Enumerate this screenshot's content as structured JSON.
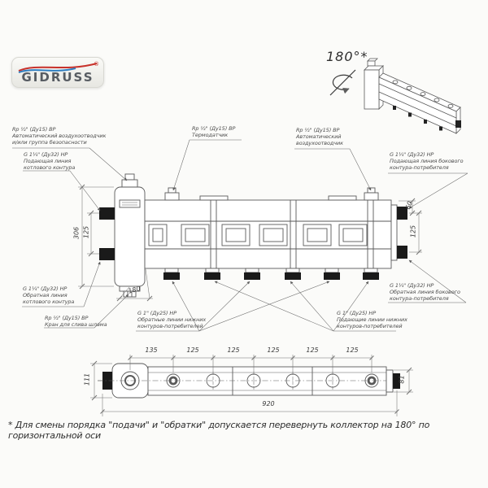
{
  "logo": {
    "brand": "GIDRUSS",
    "registered": "®"
  },
  "iso_view": {
    "rotation_label": "180°*"
  },
  "callouts": {
    "air_vent_group": {
      "line1": "Rp ½\" (Ду15) ВР",
      "line2": "Автоматический воздухоотводчик",
      "line3": "и/или группа безопасности"
    },
    "boiler_supply": {
      "line1": "G 1¼\" (Ду32) НР",
      "line2": "Подающая линия",
      "line3": "котлового контура"
    },
    "sensor": {
      "line1": "Rp ½\" (Ду15) ВР",
      "line2": "Термодатчик"
    },
    "air_vent": {
      "line1": "Rp ½\" (Ду15) ВР",
      "line2": "Автоматический",
      "line3": "воздухоотводчик"
    },
    "side_supply": {
      "line1": "G 1¼\" (Ду32) НР",
      "line2": "Подающая линия бокового",
      "line3": "контура-потребителя"
    },
    "boiler_return": {
      "line1": "G 1¼\" (Ду32) НР",
      "line2": "Обратная линия",
      "line3": "котлового контура"
    },
    "drain_valve": {
      "line1": "Rp ½\" (Ду15) ВР",
      "line2": "Кран для слива шлама"
    },
    "lower_return": {
      "line1": "G 1\" (Ду25) НР",
      "line2": "Обратные линии нижних",
      "line3": "контуров-потребителей"
    },
    "lower_supply": {
      "line1": "G 1\" (Ду25) НР",
      "line2": "Подающие линии нижних",
      "line3": "контуров-потребителей"
    },
    "side_return": {
      "line1": "G 1¼\" (Ду32) НР",
      "line2": "Обратная линия бокового",
      "line3": "контура-потребителя"
    }
  },
  "dimensions": {
    "front": {
      "total_height": "306",
      "left_port_spacing": "125",
      "base_offset": "180",
      "right_top_offset": "60",
      "right_port_spacing": "125"
    },
    "bottom": {
      "left_height": "111",
      "spacings": [
        "135",
        "125",
        "125",
        "125",
        "125",
        "125"
      ],
      "total_length": "920",
      "right_height": "81"
    }
  },
  "footnote": "* Для смены порядка \"подачи\" и \"обратки\" допускается перевернуть коллектор на 180° по горизонтальной оси",
  "colors": {
    "line": "#5a5a5a",
    "port_fill": "#1a1a1a",
    "accent_red": "#c8322b",
    "accent_blue": "#2f7fc1"
  }
}
